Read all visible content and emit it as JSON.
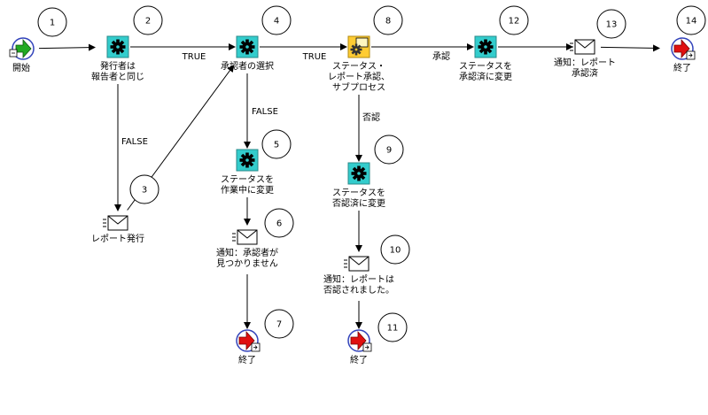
{
  "nodes": [
    {
      "id": "n1",
      "number": "1",
      "type": "start",
      "label": [
        "開始"
      ]
    },
    {
      "id": "n2",
      "number": "2",
      "type": "function",
      "label": [
        "発行者は",
        "報告者と同じ"
      ]
    },
    {
      "id": "n3",
      "number": "3",
      "type": "notify",
      "label": [
        "レポート発行"
      ]
    },
    {
      "id": "n4",
      "number": "4",
      "type": "function",
      "label": [
        "承認者の選択"
      ]
    },
    {
      "id": "n5",
      "number": "5",
      "type": "function",
      "label": [
        "ステータスを",
        "作業中に変更"
      ]
    },
    {
      "id": "n6",
      "number": "6",
      "type": "notify",
      "label": [
        "通知：承認者が",
        "見つかりません"
      ]
    },
    {
      "id": "n7",
      "number": "7",
      "type": "end",
      "label": [
        "終了"
      ]
    },
    {
      "id": "n8",
      "number": "8",
      "type": "process",
      "label": [
        "ステータス・",
        "レポート承認、",
        "サブプロセス"
      ]
    },
    {
      "id": "n9",
      "number": "9",
      "type": "function",
      "label": [
        "ステータスを",
        "否認済に変更"
      ]
    },
    {
      "id": "n10",
      "number": "10",
      "type": "notify",
      "label": [
        "通知：レポートは",
        "否認されました。"
      ]
    },
    {
      "id": "n11",
      "number": "11",
      "type": "end",
      "label": [
        "終了"
      ]
    },
    {
      "id": "n12",
      "number": "12",
      "type": "function",
      "label": [
        "ステータスを",
        "承認済に変更"
      ]
    },
    {
      "id": "n13",
      "number": "13",
      "type": "notify",
      "label": [
        "通知：レポート",
        "承認済"
      ]
    },
    {
      "id": "n14",
      "number": "14",
      "type": "end",
      "label": [
        "終了"
      ]
    }
  ],
  "edges": [
    {
      "id": "e1",
      "from": "n1",
      "to": "n2",
      "label": ""
    },
    {
      "id": "e2",
      "from": "n2",
      "to": "n4",
      "label": "TRUE"
    },
    {
      "id": "e3",
      "from": "n2",
      "to": "n3",
      "label": "FALSE"
    },
    {
      "id": "e4",
      "from": "n3",
      "to": "n4",
      "label": ""
    },
    {
      "id": "e5",
      "from": "n4",
      "to": "n8",
      "label": "TRUE"
    },
    {
      "id": "e6",
      "from": "n4",
      "to": "n5",
      "label": "FALSE"
    },
    {
      "id": "e7",
      "from": "n5",
      "to": "n6",
      "label": ""
    },
    {
      "id": "e8",
      "from": "n6",
      "to": "n7",
      "label": ""
    },
    {
      "id": "e9",
      "from": "n8",
      "to": "n12",
      "label": "承認"
    },
    {
      "id": "e10",
      "from": "n8",
      "to": "n9",
      "label": "否認"
    },
    {
      "id": "e11",
      "from": "n9",
      "to": "n10",
      "label": ""
    },
    {
      "id": "e12",
      "from": "n10",
      "to": "n11",
      "label": ""
    },
    {
      "id": "e13",
      "from": "n12",
      "to": "n13",
      "label": ""
    },
    {
      "id": "e14",
      "from": "n13",
      "to": "n14",
      "label": ""
    }
  ],
  "colors": {
    "function_fill": "#33cccc",
    "process_fill": "#ffcc33",
    "end_arrow": "#e01010",
    "start_arrow": "#22aa22",
    "line": "#000000"
  }
}
